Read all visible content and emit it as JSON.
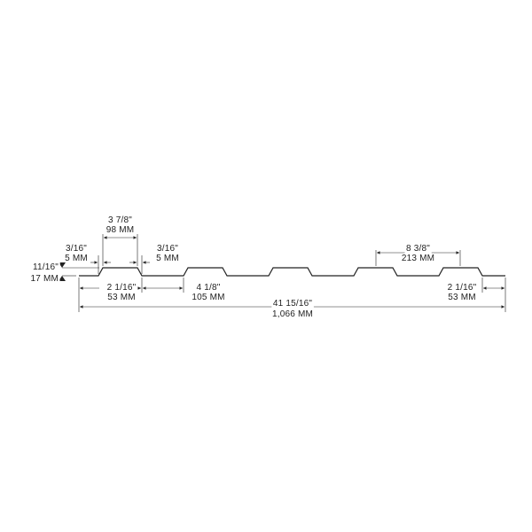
{
  "dimensions": {
    "rib_top_width": {
      "imperial": "3 7/8\"",
      "metric": "98 MM"
    },
    "left_slope": {
      "imperial": "3/16\"",
      "metric": "5 MM"
    },
    "right_slope": {
      "imperial": "3/16\"",
      "metric": "5 MM"
    },
    "rib_height": {
      "imperial": "11/16\"",
      "metric": "17 MM"
    },
    "rib_spacing": {
      "imperial": "8 3/8\"",
      "metric": "213 MM"
    },
    "left_flat": {
      "imperial": "2 1/16\"",
      "metric": "53 MM"
    },
    "pan_width": {
      "imperial": "4 1/8\"",
      "metric": "105 MM"
    },
    "right_flat": {
      "imperial": "2 1/16\"",
      "metric": "53 MM"
    },
    "overall_width": {
      "imperial": "41 15/16\"",
      "metric": "1,066 MM"
    }
  },
  "colors": {
    "line": "#222222",
    "background": "#ffffff"
  }
}
